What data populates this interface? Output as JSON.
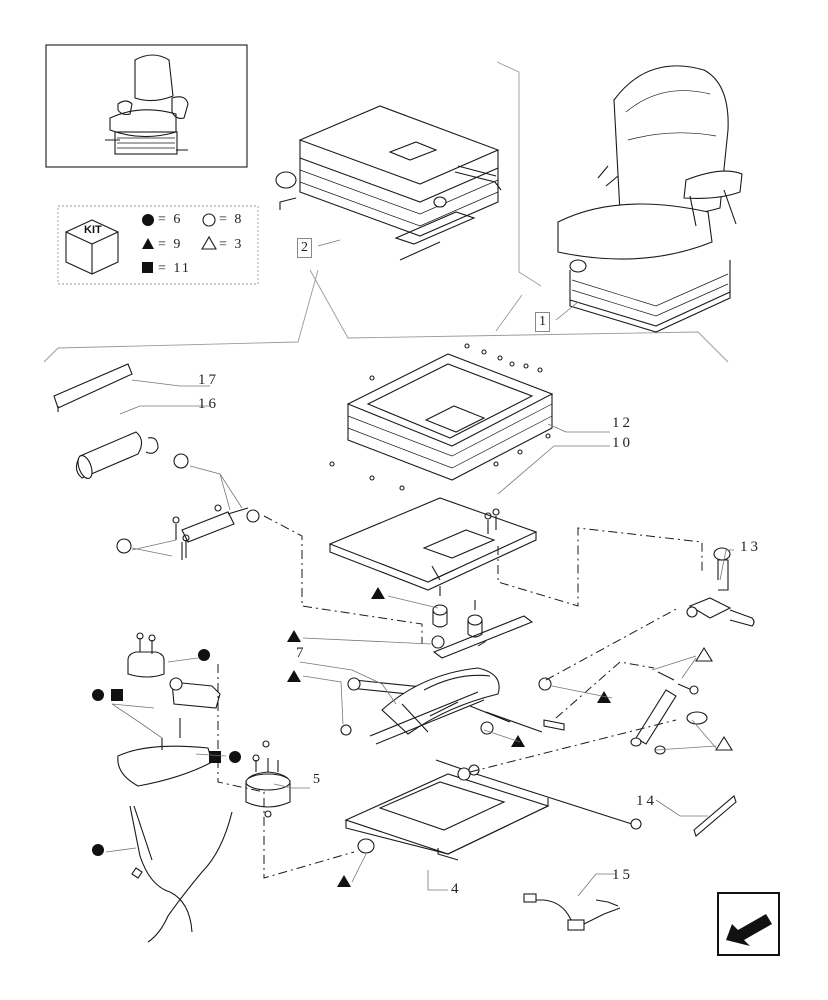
{
  "kit": {
    "title": "KIT",
    "rows": [
      {
        "symbol": "filled-circle",
        "text": "= 6"
      },
      {
        "symbol": "open-circle",
        "text": "= 8"
      },
      {
        "symbol": "filled-triangle",
        "text": "= 9"
      },
      {
        "symbol": "open-triangle",
        "text": "= 3"
      },
      {
        "symbol": "filled-square",
        "text": "= 11"
      }
    ]
  },
  "callouts": {
    "c1": "1",
    "c2": "2",
    "c4": "4",
    "c5": "5",
    "c7": "7",
    "c10": "10",
    "c12": "12",
    "c13": "13",
    "c14": "14",
    "c15": "15",
    "c16": "16",
    "c17": "17"
  },
  "colors": {
    "line": "#1a1a1a",
    "dim": "#9a9a9a",
    "nav": "#111111"
  },
  "icons": {
    "nav_arrow": "arrow-down-left-icon",
    "kit_cube": "kit-cube-icon"
  }
}
